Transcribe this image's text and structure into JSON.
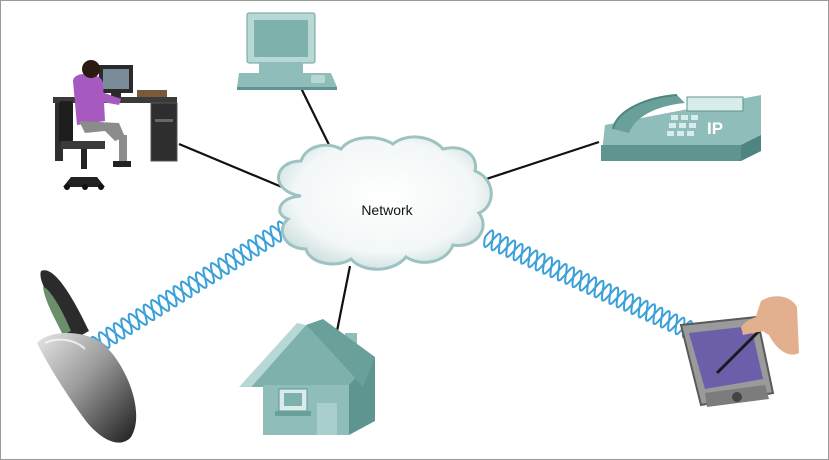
{
  "diagram": {
    "center_label": "Network",
    "colors": {
      "device_fill": "#8fbdb9",
      "device_dark": "#5f9590",
      "device_light": "#b7d8d5",
      "wave": "#3aa0d8",
      "line": "#111111"
    },
    "devices": [
      {
        "name": "desktop-computer",
        "link": "wired"
      },
      {
        "name": "office-worker",
        "link": "wired"
      },
      {
        "name": "ip-phone",
        "link": "wired",
        "text": "IP"
      },
      {
        "name": "home",
        "link": "wired"
      },
      {
        "name": "mobile-phone",
        "link": "wireless"
      },
      {
        "name": "pda",
        "link": "wireless"
      }
    ]
  }
}
